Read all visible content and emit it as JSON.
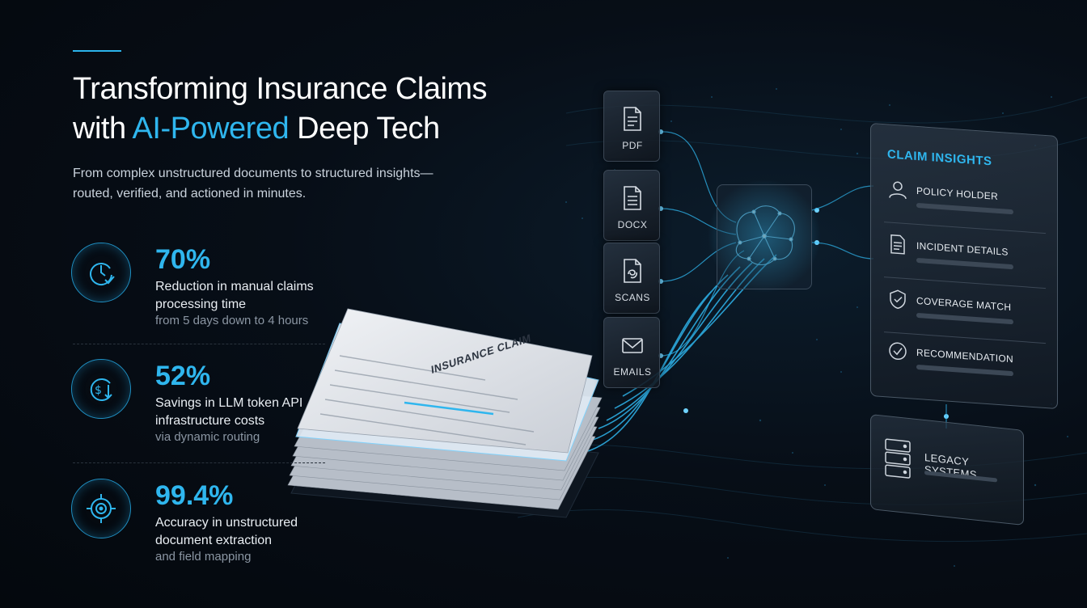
{
  "headline": {
    "line1": "Transforming Insurance Claims",
    "line2_prefix": "with ",
    "line2_accent": "AI-Powered",
    "line2_suffix": " Deep Tech"
  },
  "subtitle": {
    "line1": "From complex unstructured documents to structured insights—",
    "line2": "routed, verified, and actioned in minutes."
  },
  "stats": [
    {
      "value": "70%",
      "label_line1": "Reduction in manual claims",
      "label_line2": "processing time",
      "note": "from 5 days down to 4 hours",
      "icon": "clock-check-icon"
    },
    {
      "value": "52%",
      "label_line1": "Savings in LLM token API",
      "label_line2": "infrastructure costs",
      "note": "via dynamic routing",
      "icon": "dollar-down-icon"
    },
    {
      "value": "99.4%",
      "label_line1": "Accuracy in unstructured",
      "label_line2": "document extraction",
      "note": "and field mapping",
      "icon": "target-icon"
    }
  ],
  "document": {
    "title": "INSURANCE CLAIM"
  },
  "file_types": [
    {
      "label": "PDF",
      "icon": "pdf-document-icon"
    },
    {
      "label": "DOCX",
      "icon": "docx-document-icon"
    },
    {
      "label": "SCANS",
      "icon": "scan-document-icon"
    },
    {
      "label": "EMAILS",
      "icon": "envelope-icon"
    }
  ],
  "insights": {
    "title": "CLAIM INSIGHTS",
    "items": [
      {
        "label": "POLICY HOLDER",
        "icon": "person-icon"
      },
      {
        "label": "INCIDENT DETAILS",
        "icon": "document-lines-icon"
      },
      {
        "label": "COVERAGE MATCH",
        "icon": "shield-check-icon"
      },
      {
        "label": "RECOMMENDATION",
        "icon": "check-circle-icon"
      }
    ]
  },
  "legacy": {
    "label": "LEGACY SYSTEMS",
    "icon": "server-stack-icon"
  },
  "colors": {
    "accent": "#2fb6ee",
    "background": "#070e17",
    "muted": "#8b96a3"
  }
}
